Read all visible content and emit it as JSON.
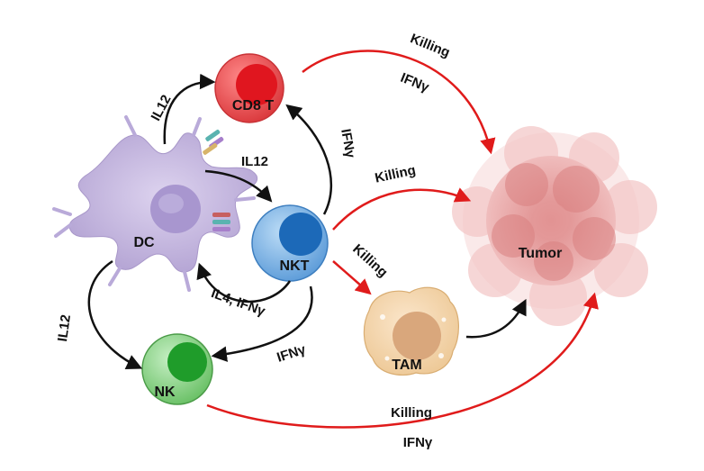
{
  "cells": {
    "dc": "DC",
    "cd8t": "CD8 T",
    "nkt": "NKT",
    "nk": "NK",
    "tam": "TAM",
    "tumor": "Tumor"
  },
  "edges": {
    "dc_cd8t": "IL12",
    "dc_nkt": "IL12",
    "dc_nk": "IL12",
    "nkt_cd8t": "IFNγ",
    "nkt_dc": "IL4, IFNγ",
    "nkt_nk": "IFNγ",
    "cd8t_tumor_1": "Killing",
    "cd8t_tumor_2": "IFNγ",
    "nkt_tumor": "Killing",
    "nkt_tam": "Killing",
    "nk_tumor_1": "Killing",
    "nk_tumor_2": "IFNγ"
  },
  "colors": {
    "black_arrow": "#111111",
    "red_arrow": "#e01b1b",
    "cd8t": "#e8474a",
    "nkt": "#4a90d9",
    "nk": "#4cb84c",
    "tam": "#f0d2a8",
    "dc": "#c9bde0",
    "tumor": "#e89a9a"
  }
}
